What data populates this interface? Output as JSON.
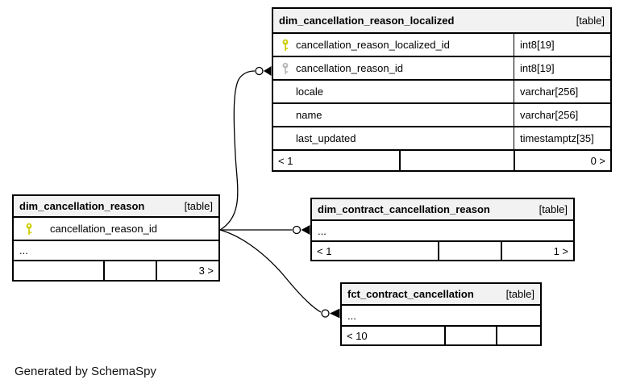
{
  "diagram": {
    "generator_note": "Generated by SchemaSpy"
  },
  "colors": {
    "background": "#ffffff",
    "header_bg": "#f2f2f2",
    "border": "#000000",
    "primary_key_icon": "#cccc00",
    "foreign_key_icon": "#b9b9b9"
  },
  "tables": {
    "localized": {
      "name": "dim_cancellation_reason_localized",
      "tag": "[table]",
      "columns": [
        {
          "name": "cancellation_reason_localized_id",
          "type": "int8[19]",
          "key": "primary"
        },
        {
          "name": "cancellation_reason_id",
          "type": "int8[19]",
          "key": "foreign"
        },
        {
          "name": "locale",
          "type": "varchar[256]",
          "key": "none"
        },
        {
          "name": "name",
          "type": "varchar[256]",
          "key": "none"
        },
        {
          "name": "last_updated",
          "type": "timestamptz[35]",
          "key": "none"
        }
      ],
      "footer": {
        "left": "< 1",
        "center": "",
        "right": "0 >"
      }
    },
    "reason": {
      "name": "dim_cancellation_reason",
      "tag": "[table]",
      "primary_column": "cancellation_reason_id",
      "ellipsis": "...",
      "footer": {
        "left": "",
        "center": "",
        "right": "3 >"
      }
    },
    "contract_reason": {
      "name": "dim_contract_cancellation_reason",
      "tag": "[table]",
      "ellipsis": "...",
      "footer": {
        "left": "< 1",
        "center": "",
        "right": "1 >"
      }
    },
    "fct": {
      "name": "fct_contract_cancellation",
      "tag": "[table]",
      "ellipsis": "...",
      "footer": {
        "left": "< 10",
        "center": "",
        "right": ""
      }
    }
  },
  "relationships": [
    {
      "from": "dim_cancellation_reason.cancellation_reason_id",
      "to": "dim_cancellation_reason_localized.cancellation_reason_id"
    },
    {
      "from": "dim_cancellation_reason.cancellation_reason_id",
      "to": "dim_contract_cancellation_reason"
    },
    {
      "from": "dim_cancellation_reason.cancellation_reason_id",
      "to": "fct_contract_cancellation"
    }
  ]
}
